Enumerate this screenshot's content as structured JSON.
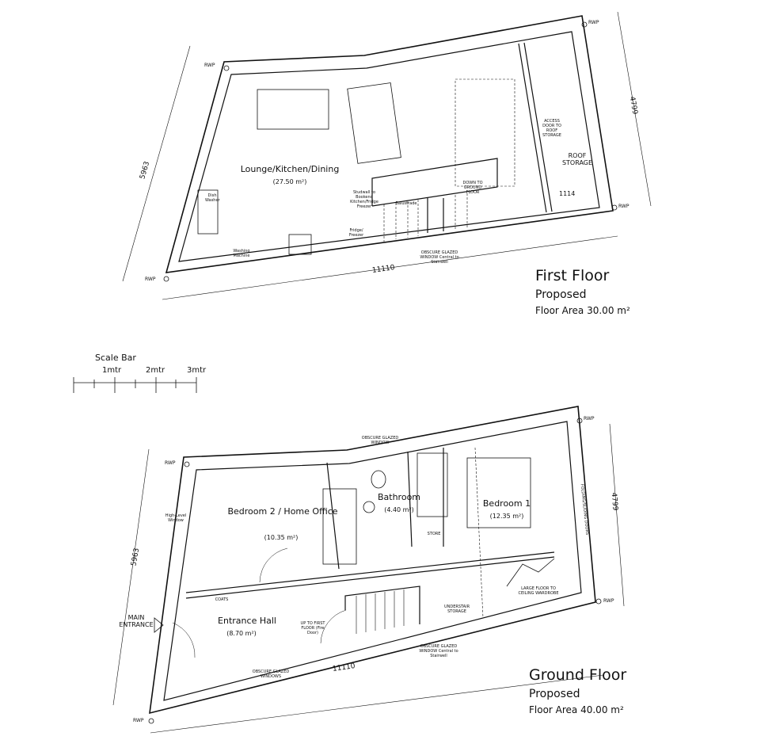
{
  "first_floor": {
    "title": "First Floor",
    "subtitle": "Proposed",
    "floor_area": "Floor Area 30.00 m²",
    "rooms": [
      {
        "name": "Lounge/Kitchen/Dining",
        "area": "(27.50 m²)"
      }
    ],
    "labels": {
      "roof_storage": "ROOF STORAGE",
      "access_door": "ACCESS DOOR TO ROOF STORAGE",
      "down_to_ground": "DOWN TO GROUND FLOOR",
      "studwall": "Studwall to Bookend Kitchen/Fridge Freezer",
      "balustrade": "Balustrade",
      "fridge": "Fridge/ Freezer",
      "washing": "Washing Machine",
      "dish": "Dish Washer",
      "window": "OBSCURE GLAZED WINDOW Central to Stairwell"
    },
    "dimensions": {
      "length": "11110",
      "left": "5963",
      "right": "4799",
      "storage": "1114"
    },
    "rwp": "RWP"
  },
  "scale_bar": {
    "title": "Scale Bar",
    "ticks": [
      "1mtr",
      "2mtr",
      "3mtr"
    ]
  },
  "ground_floor": {
    "title": "Ground Floor",
    "subtitle": "Proposed",
    "floor_area": "Floor Area 40.00 m²",
    "rooms": [
      {
        "name": "Bedroom 2 / Home Office",
        "area": "(10.35 m²)"
      },
      {
        "name": "Bathroom",
        "area": "(4.40 m²)"
      },
      {
        "name": "Bedroom 1",
        "area": "(12.35 m²)"
      },
      {
        "name": "Entrance Hall",
        "area": "(8.70 m²)"
      }
    ],
    "labels": {
      "main_entrance": "MAIN ENTRANCE",
      "high_level_window": "High-Level Window",
      "coats": "COATS",
      "store": "STORE",
      "up_to_first": "UP TO FIRST FLOOR (Fire Door)",
      "understair": "UNDERSTAIR STORAGE",
      "wardrobe": "LARGE FLOOR TO CEILING WARDROBE",
      "folding_doors": "FOLDING/SLIDING DOORS",
      "window_top": "OBSCURE GLAZED WINDOW",
      "window_stair": "OBSCURE GLAZED WINDOW Central to Stairwell",
      "windows_bottom": "OBSCURE GLAZED WINDOWS"
    },
    "dimensions": {
      "length": "11110",
      "left": "5963",
      "right": "4799"
    },
    "rwp": "RWP"
  }
}
